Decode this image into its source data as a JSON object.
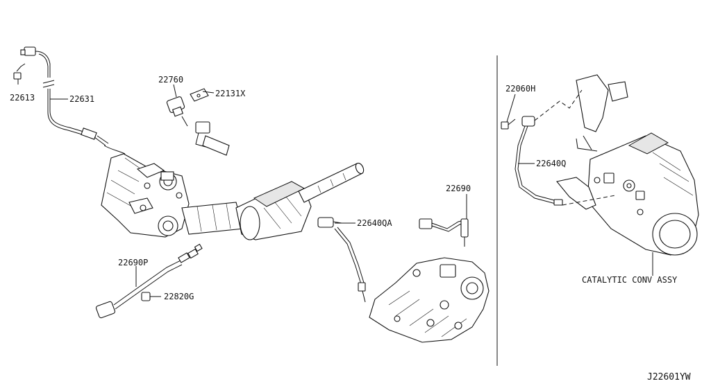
{
  "labels": {
    "p22613": "22613",
    "p22631": "22631",
    "p22760": "22760",
    "p22131x": "22131X",
    "p22690": "22690",
    "p22640qa": "22640QA",
    "p22690p": "22690P",
    "p22820g": "22820G",
    "p22060h": "22060H",
    "p22640q": "22640Q",
    "catalytic": "CATALYTIC CONV ASSY",
    "diagram_id": "J22601YW"
  }
}
